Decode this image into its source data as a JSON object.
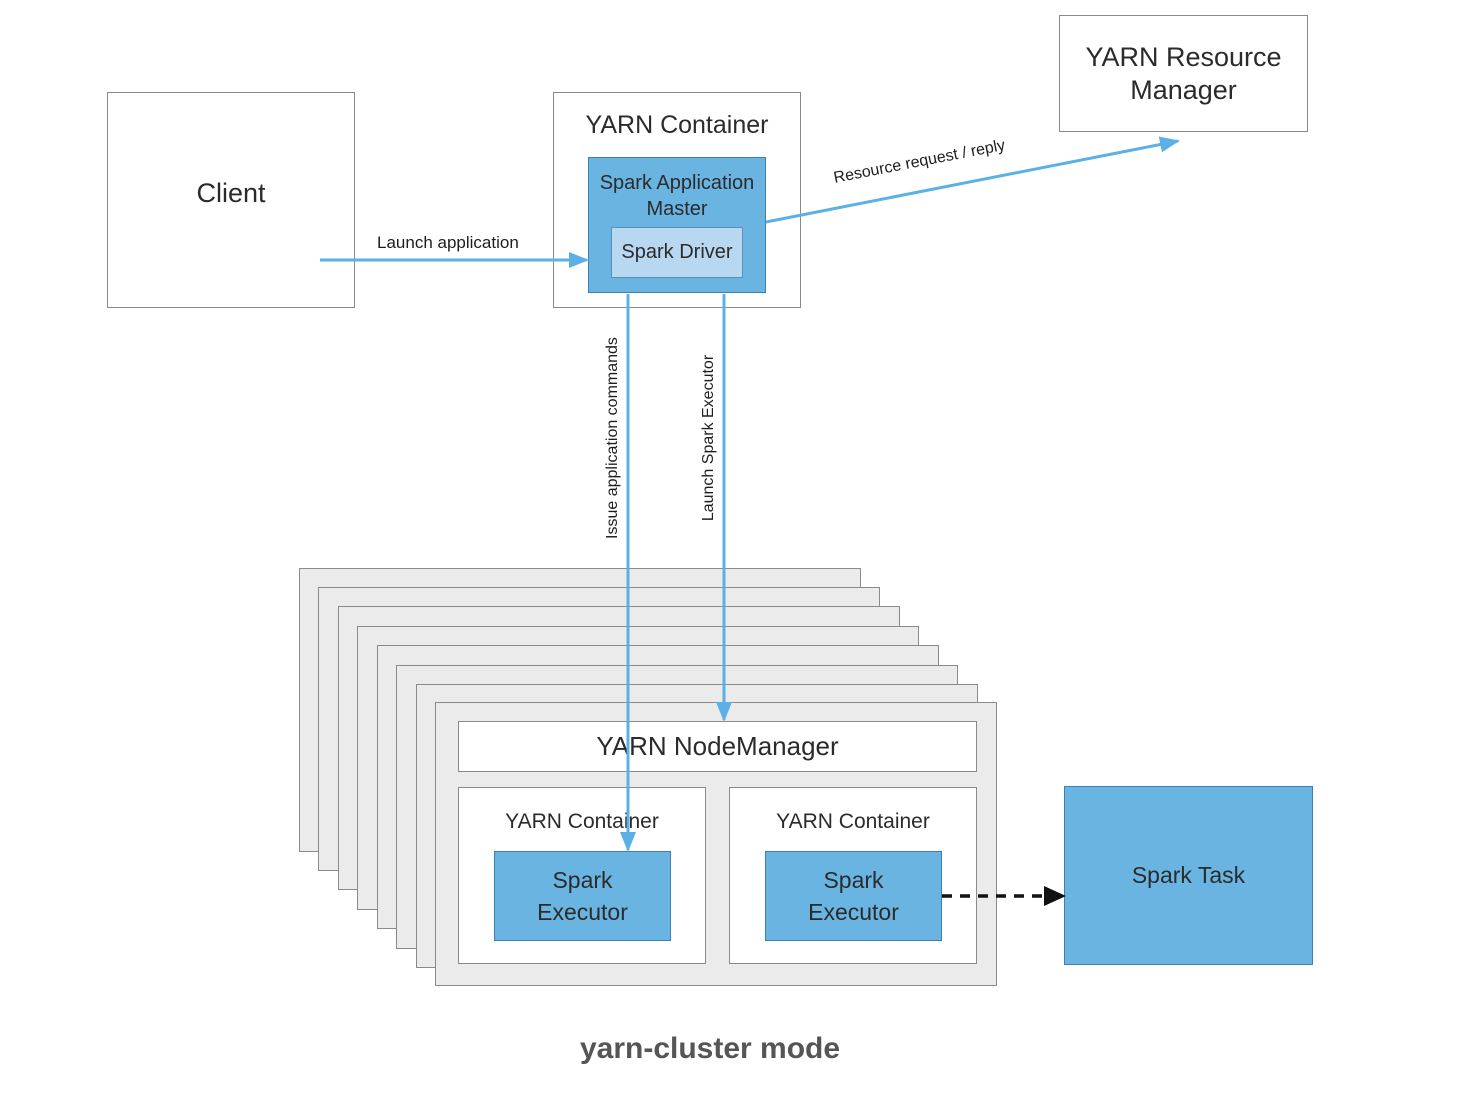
{
  "nodes": {
    "client": "Client",
    "resource_manager": [
      "YARN Resource",
      "Manager"
    ],
    "app_container": "YARN Container",
    "app_master": [
      "Spark Application",
      "Master"
    ],
    "driver": "Spark Driver",
    "node_manager": "YARN NodeManager",
    "container_left": "YARN Container",
    "container_right": "YARN Container",
    "executor_left": [
      "Spark",
      "Executor"
    ],
    "executor_right": [
      "Spark",
      "Executor"
    ],
    "task": "Spark Task"
  },
  "edges": {
    "launch_app": "Launch application",
    "resource_request": "Resource request / reply",
    "issue_commands": "Issue application commands",
    "launch_executor": "Launch Spark Executor"
  },
  "caption": "yarn-cluster mode",
  "colors": {
    "arrow": "#5bb0e6",
    "box_fill": "#6ab4e2",
    "driver_fill": "#b7d8f0",
    "stack_fill": "#ebebec",
    "dashed_arrow": "#111111"
  }
}
